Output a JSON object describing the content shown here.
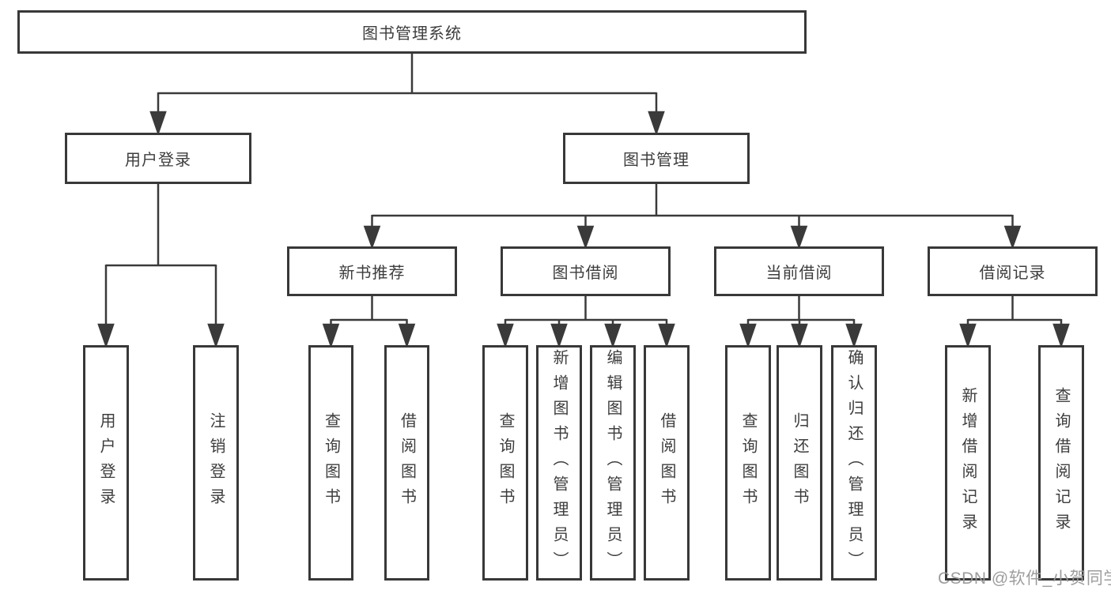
{
  "diagram": {
    "root_label": "图书管理系统",
    "branches": [
      {
        "label": "用户登录",
        "leaves": [
          {
            "label": "用户登录"
          },
          {
            "label": "注销登录"
          }
        ]
      },
      {
        "label": "图书管理",
        "sections": [
          {
            "label": "新书推荐",
            "leaves": [
              {
                "label": "查询图书"
              },
              {
                "label": "借阅图书"
              }
            ]
          },
          {
            "label": "图书借阅",
            "leaves": [
              {
                "label": "查询图书"
              },
              {
                "label": "新增图书（管理员）"
              },
              {
                "label": "编辑图书（管理员）"
              },
              {
                "label": "借阅图书"
              }
            ]
          },
          {
            "label": "当前借阅",
            "leaves": [
              {
                "label": "查询图书"
              },
              {
                "label": "归还图书"
              },
              {
                "label": "确认归还（管理员）"
              }
            ]
          },
          {
            "label": "借阅记录",
            "leaves": [
              {
                "label": "新增借阅记录"
              },
              {
                "label": "查询借阅记录"
              }
            ]
          }
        ]
      }
    ]
  },
  "watermark": {
    "text": "CSDN @软件_小贺同学"
  },
  "colors": {
    "line": "#3a3a3a",
    "border": "#383838",
    "text": "#3d3d3d",
    "watermark": "#989898",
    "background": "#ffffff"
  }
}
